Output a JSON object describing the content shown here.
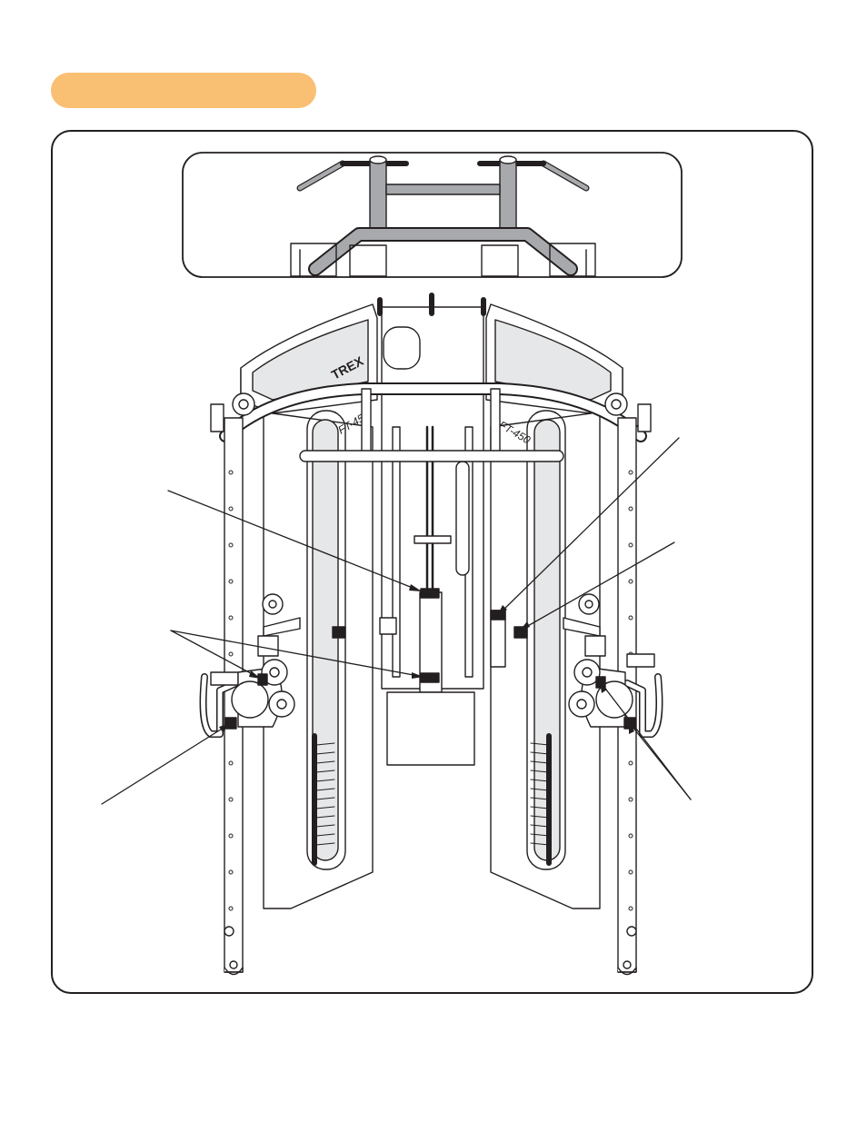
{
  "header_pill": {
    "label": "",
    "color": "#f9bf73"
  },
  "decal_model_left": "FT-450",
  "decal_model_right": "FT-450",
  "logo_text": "TREX",
  "colors": {
    "line": "#231f20",
    "shade": "#a7a9ac",
    "light": "#e6e7e8",
    "decal": "#231f20"
  },
  "icons": [
    "diagram-frame",
    "callout-leader",
    "warning-decal"
  ]
}
